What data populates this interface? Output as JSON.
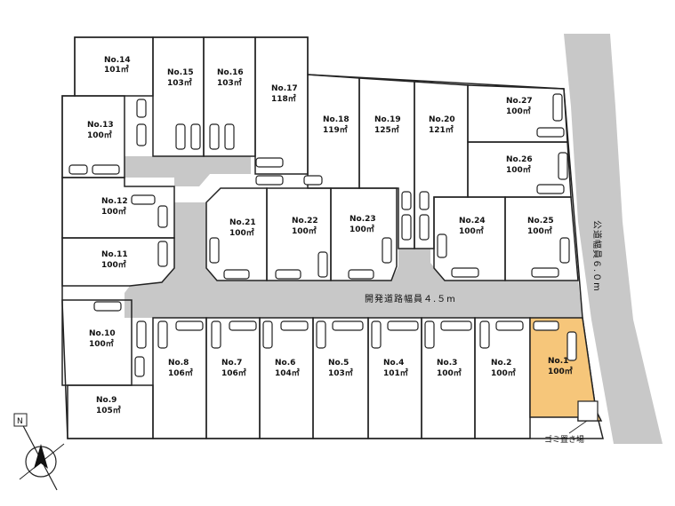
{
  "site_plan": {
    "lots": [
      {
        "no": "No.14",
        "area": "101㎡"
      },
      {
        "no": "No.15",
        "area": "103㎡"
      },
      {
        "no": "No.16",
        "area": "103㎡"
      },
      {
        "no": "No.17",
        "area": "118㎡"
      },
      {
        "no": "No.13",
        "area": "100㎡"
      },
      {
        "no": "No.18",
        "area": "119㎡"
      },
      {
        "no": "No.19",
        "area": "125㎡"
      },
      {
        "no": "No.20",
        "area": "121㎡"
      },
      {
        "no": "No.27",
        "area": "100㎡"
      },
      {
        "no": "No.26",
        "area": "100㎡"
      },
      {
        "no": "No.12",
        "area": "100㎡"
      },
      {
        "no": "No.21",
        "area": "100㎡"
      },
      {
        "no": "No.22",
        "area": "100㎡"
      },
      {
        "no": "No.23",
        "area": "100㎡"
      },
      {
        "no": "No.24",
        "area": "100㎡"
      },
      {
        "no": "No.25",
        "area": "100㎡"
      },
      {
        "no": "No.11",
        "area": "100㎡"
      },
      {
        "no": "No.10",
        "area": "100㎡"
      },
      {
        "no": "No.9",
        "area": "105㎡"
      },
      {
        "no": "No.8",
        "area": "106㎡"
      },
      {
        "no": "No.7",
        "area": "106㎡"
      },
      {
        "no": "No.6",
        "area": "104㎡"
      },
      {
        "no": "No.5",
        "area": "103㎡"
      },
      {
        "no": "No.4",
        "area": "101㎡"
      },
      {
        "no": "No.3",
        "area": "100㎡"
      },
      {
        "no": "No.2",
        "area": "100㎡"
      },
      {
        "no": "No.1",
        "area": "100㎡",
        "highlight": true
      }
    ],
    "internal_road_label": "開発道路幅員４.５m",
    "public_road_label": "公道幅員６.０m",
    "garbage_label": "ゴミ置き場",
    "north_mark": "N"
  },
  "colors": {
    "road": "#c8c8c8",
    "lot_fill": "#ffffff",
    "lot_stroke": "#222222",
    "highlight": "#f6c67a"
  }
}
